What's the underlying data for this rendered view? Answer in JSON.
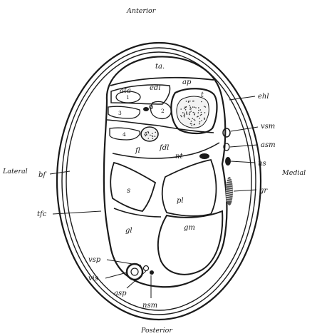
{
  "orientation": {
    "anterior": "Anterior",
    "posterior": "Posterior",
    "lateral": "Lateral",
    "medial": "Medial"
  },
  "inner_labels": {
    "ta": "ta.",
    "ata": "ata",
    "edl": "edl",
    "ap": "ap",
    "t": "t",
    "n1": "1",
    "n2": "2",
    "n3": "3",
    "n4": "4",
    "fl": "fl",
    "fdl": "fdl",
    "nt": "nt",
    "s": "s",
    "pl": "pl",
    "gl": "gl",
    "gm": "gm"
  },
  "outer_labels": {
    "ehl": "ehl",
    "vsm": "vsm",
    "asm": "asm",
    "ns": "ns",
    "gr": "gr",
    "bf": "bf",
    "tfc": "tfc",
    "vsp": "vsp",
    "vis": "vis",
    "asp": "asp",
    "nsm": "nsm"
  }
}
